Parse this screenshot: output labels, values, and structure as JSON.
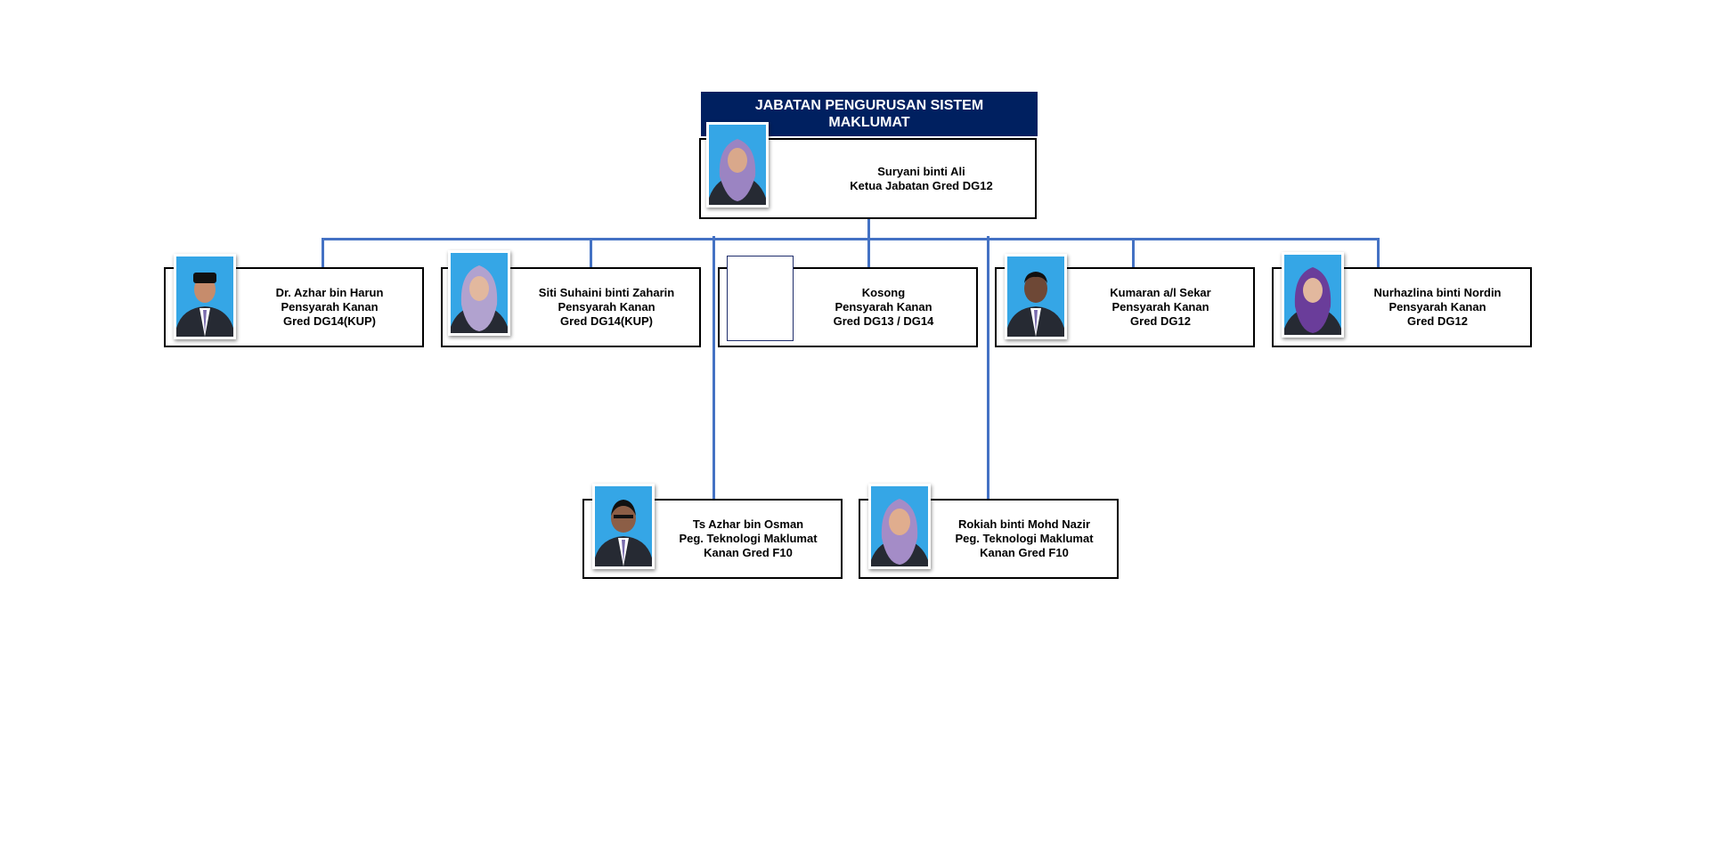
{
  "department": {
    "title_line1": "JABATAN PENGURUSAN SISTEM",
    "title_line2": "MAKLUMAT"
  },
  "head": {
    "name": "Suryani binti Ali",
    "line2": "Ketua Jabatan Gred DG12"
  },
  "members": [
    {
      "name": "Dr. Azhar bin Harun",
      "line2": "Pensyarah Kanan",
      "line3": "Gred DG14(KUP)"
    },
    {
      "name": "Siti Suhaini binti Zaharin",
      "line2": "Pensyarah Kanan",
      "line3": "Gred DG14(KUP)"
    },
    {
      "name": "Kosong",
      "line2": "Pensyarah Kanan",
      "line3": "Gred DG13 / DG14"
    },
    {
      "name": "Kumaran a/l Sekar",
      "line2": "Pensyarah Kanan",
      "line3": "Gred DG12"
    },
    {
      "name": "Nurhazlina binti Nordin",
      "line2": "Pensyarah Kanan",
      "line3": "Gred DG12"
    },
    {
      "name": "Ts Azhar bin Osman",
      "line2": "Peg. Teknologi Maklumat",
      "line3": "Kanan Gred F10"
    },
    {
      "name": "Rokiah binti Mohd Nazir",
      "line2": "Peg. Teknologi Maklumat",
      "line3": "Kanan Gred F10"
    }
  ],
  "colors": {
    "header_bg": "#002060",
    "connector": "#4472c4",
    "photo_bg": "#35a6e6"
  },
  "icons": {
    "portrait": "person-photo",
    "empty": "empty-photo-frame"
  }
}
